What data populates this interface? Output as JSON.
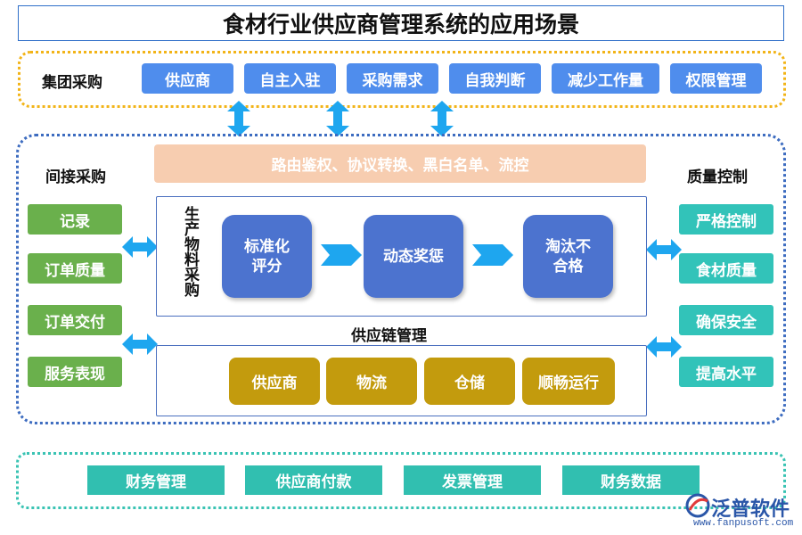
{
  "title": "食材行业供应商管理系统的应用场景",
  "group_purchase": {
    "label": "集团采购",
    "items": [
      "供应商",
      "自主入驻",
      "采购需求",
      "自我判断",
      "减少工作量",
      "权限管理"
    ]
  },
  "indirect_purchase": {
    "label": "间接采购",
    "items": [
      "记录",
      "订单质量",
      "订单交付",
      "服务表现"
    ]
  },
  "quality_control": {
    "label": "质量控制",
    "items": [
      "严格控制",
      "食材质量",
      "确保安全",
      "提高水平"
    ]
  },
  "protocol_bar": "路由鉴权、协议转换、黑白名单、流控",
  "production": {
    "label": "生产物料采购",
    "steps": [
      "标准化\n评分",
      "动态奖惩",
      "淘汰不\n合格"
    ]
  },
  "supply_chain": {
    "label": "供应链管理",
    "items": [
      "供应商",
      "物流",
      "仓储",
      "顺畅运行"
    ]
  },
  "finance": {
    "items": [
      "财务管理",
      "供应商付款",
      "发票管理",
      "财务数据"
    ]
  },
  "watermark": {
    "logo_text": "泛普软件",
    "url": "www.fanpusoft.com"
  },
  "colors": {
    "title_border": "#2f6fc9",
    "gold_frame": "#f2b418",
    "blue_frame": "#3d6cc0",
    "teal_frame": "#39c3b3",
    "blue_button": "#4f8ded",
    "green_button": "#6ab04c",
    "teal_button": "#32c3b9",
    "gold_button": "#c39b0d",
    "step_box": "#4c73cf",
    "protocol_bar": "#f7cdb0",
    "arrow": "#1ea6ef"
  }
}
